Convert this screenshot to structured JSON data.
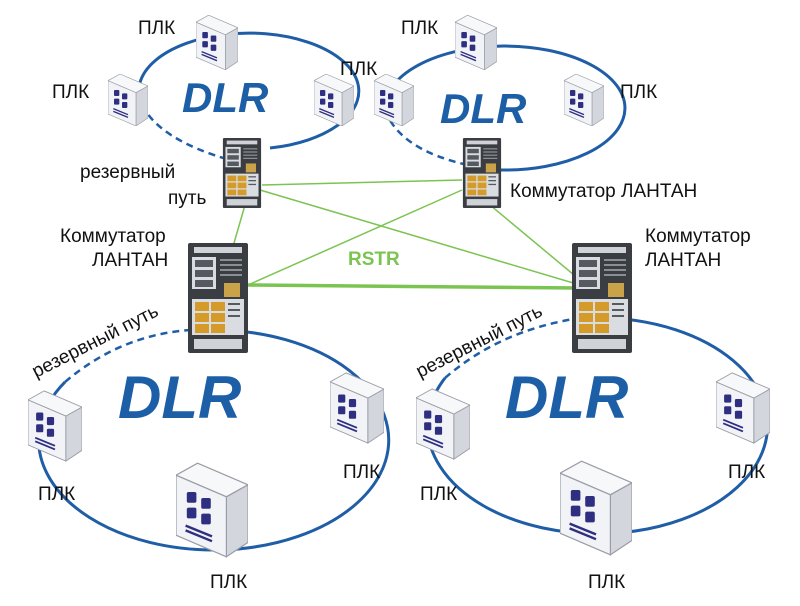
{
  "colors": {
    "ring": "#1f5ea6",
    "rstr": "#7cc452",
    "dlr_text": "#1d5fa6",
    "plc_body": "#f2f3f6",
    "plc_side": "#d4d6dd",
    "plc_icon": "#2f2f82",
    "switch_body": "#3a3d42"
  },
  "labels": {
    "plc": "ПЛК",
    "dlr": "DLR",
    "rstr": "RSTR",
    "backup_line1": "резервный",
    "backup_line2": "путь",
    "backup_path": "резервный путь",
    "switch_oneline": "Коммутатор ЛАНТАН",
    "switch_line1": "Коммутатор",
    "switch_line2": "ЛАНТАН"
  },
  "icons": {
    "plc": "plc-server-icon",
    "switch": "industrial-switch-icon"
  }
}
